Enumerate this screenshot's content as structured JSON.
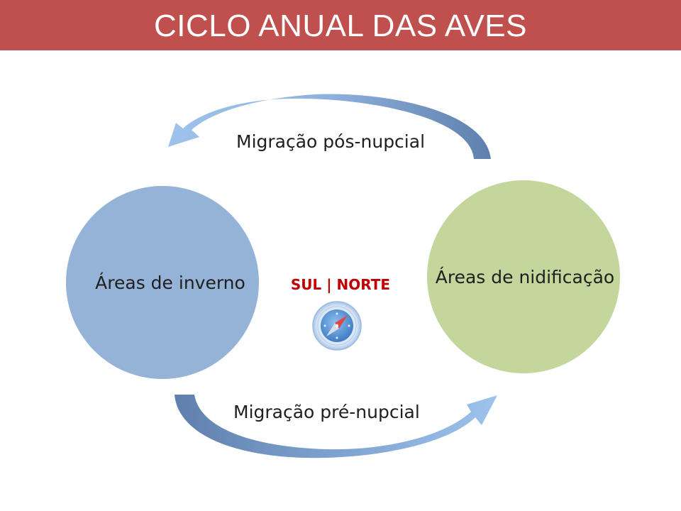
{
  "title": "CICLO ANUAL DAS AVES",
  "colors": {
    "title_bar": "#c0504d",
    "winter_circle": "#95b3d7",
    "breeding_circle": "#c3d69b",
    "arrow": "#6f8fbc",
    "direction_text": "#c00000"
  },
  "nodes": {
    "winter": "Áreas de inverno",
    "breeding": "Áreas de nidificação"
  },
  "arrows": {
    "post_nuptial": "Migração pós-nupcial",
    "pre_nuptial": "Migração pré-nupcial"
  },
  "direction": {
    "label": "SUL | NORTE",
    "icon": "compass-icon"
  }
}
